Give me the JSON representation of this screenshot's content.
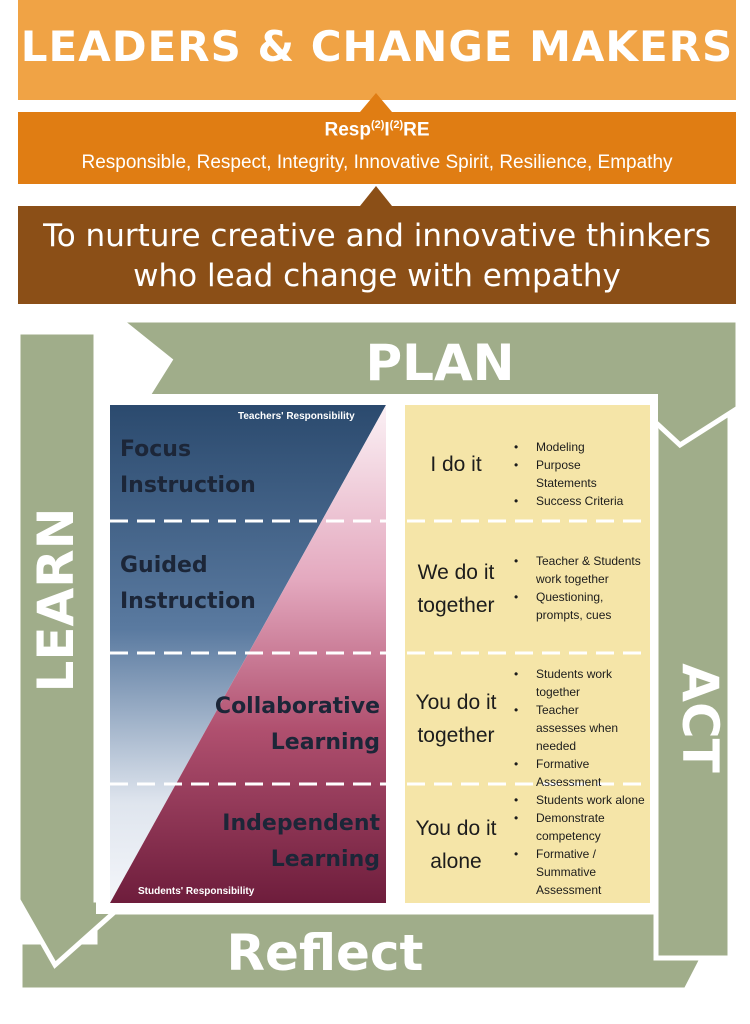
{
  "banner": {
    "title": "LEADERS & CHANGE MAKERS",
    "values_name": {
      "part1": "Resp",
      "sup1": "(2)",
      "part2": "I",
      "sup2": "(2)",
      "part3": "RE"
    },
    "values_list": "Responsible, Respect, Integrity, Innovative Spirit, Resilience, Empathy",
    "mission_line1": "To nurture creative and innovative thinkers",
    "mission_line2": "who lead change with empathy"
  },
  "cycle": {
    "plan": "PLAN",
    "act": "ACT",
    "reflect": "Reflect",
    "learn": "LEARN"
  },
  "responsibility": {
    "teachers": "Teachers' Responsibility",
    "students": "Students' Responsibility"
  },
  "phases": [
    {
      "name_line1": "Focus",
      "name_line2": "Instruction",
      "do_line1": "I do it",
      "do_line2": "",
      "bullets": [
        "Modeling",
        "Purpose Statements",
        "Success Criteria"
      ]
    },
    {
      "name_line1": "Guided",
      "name_line2": "Instruction",
      "do_line1": "We do it",
      "do_line2": "together",
      "bullets": [
        "Teacher & Students work together",
        "Questioning, prompts, cues"
      ]
    },
    {
      "name_line1": "Collaborative",
      "name_line2": "Learning",
      "do_line1": "You do it",
      "do_line2": "together",
      "bullets": [
        "Students work together",
        "Teacher assesses when needed",
        "Formative Assessment"
      ]
    },
    {
      "name_line1": "Independent",
      "name_line2": "Learning",
      "do_line1": "You do it",
      "do_line2": "alone",
      "bullets": [
        "Students work alone",
        "Demonstrate competency",
        "Formative / Summative Assessment"
      ]
    }
  ],
  "colors": {
    "top_banner": "#f0a345",
    "values_banner": "#e07d13",
    "mission_banner": "#8b4f17",
    "cycle_green": "#a0ad8a",
    "blue_dark": "#2b4a6e",
    "maroon": "#6e1d3c",
    "panel_yellow": "#f5e5a8"
  }
}
